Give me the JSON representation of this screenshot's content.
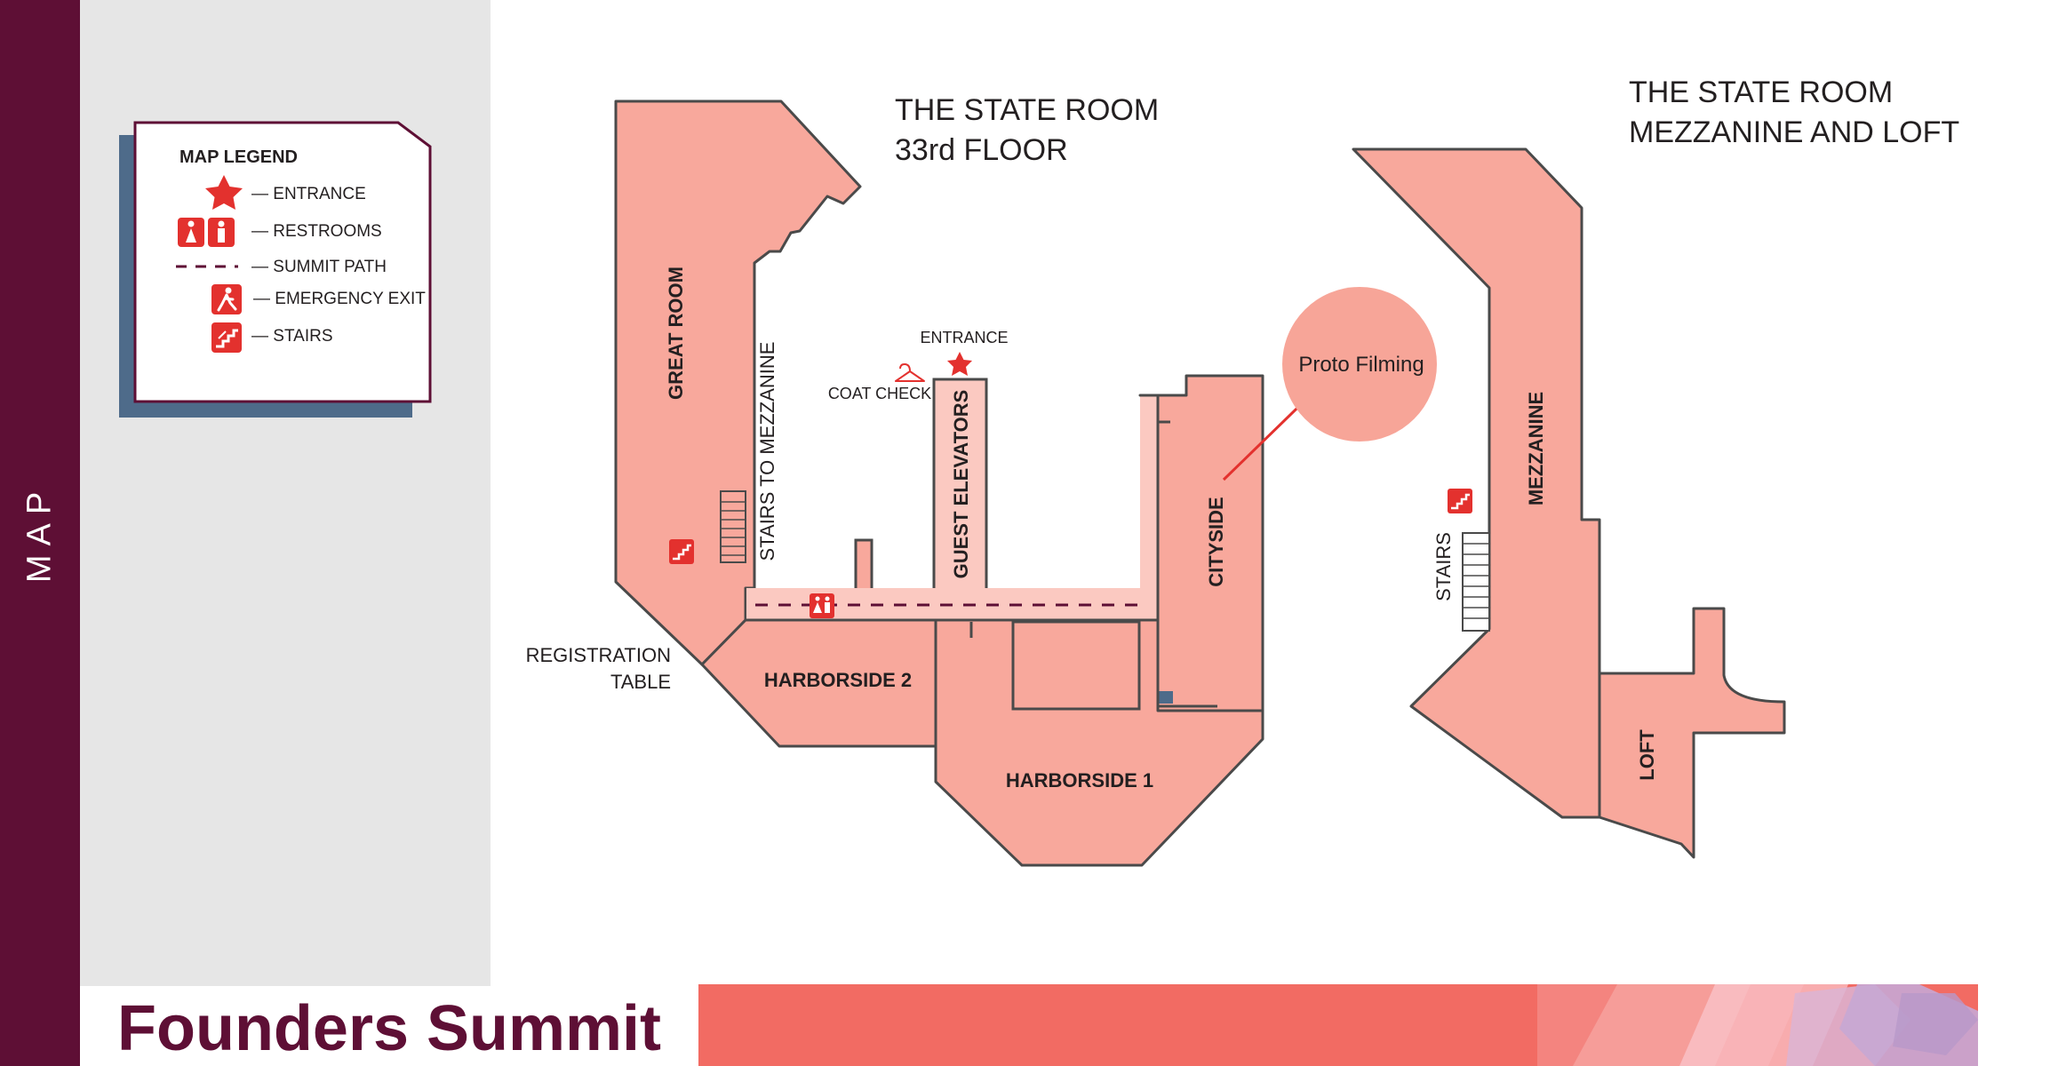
{
  "sidebar": {
    "label": "MAP"
  },
  "legend": {
    "title": "MAP LEGEND",
    "items": {
      "entrance": "— ENTRANCE",
      "restrooms": "— RESTROOMS",
      "summit_path": "— SUMMIT PATH",
      "emergency_exit": "— EMERGENCY EXIT",
      "stairs": "— STAIRS"
    }
  },
  "floor_33": {
    "title_line1": "THE STATE ROOM",
    "title_line2": "33rd FLOOR",
    "rooms": {
      "great_room": "GREAT ROOM",
      "stairs_to_mezzanine": "STAIRS TO MEZZANINE",
      "guest_elevators": "GUEST ELEVATORS",
      "cityside": "CITYSIDE",
      "harborside_2": "HARBORSIDE 2",
      "harborside_1": "HARBORSIDE 1"
    },
    "labels": {
      "entrance": "ENTRANCE",
      "coat_check": "COAT CHECK",
      "registration_line1": "REGISTRATION",
      "registration_line2": "TABLE"
    },
    "callout": "Proto Filming"
  },
  "mezzanine": {
    "title_line1": "THE STATE ROOM",
    "title_line2": "MEZZANINE AND LOFT",
    "rooms": {
      "mezzanine": "MEZZANINE",
      "loft": "LOFT",
      "stairs": "STAIRS"
    }
  },
  "footer": {
    "title": "Founders Summit"
  },
  "colors": {
    "brand": "#5e0f35",
    "room_fill": "#f8a89c",
    "path_fill": "#fbc9c1",
    "accent_red": "#e3312e",
    "legend_shadow": "#4e6b8a",
    "callout_fill": "#f7a598",
    "footer_band": "#f26b63"
  },
  "icons": [
    "star-icon",
    "restroom-icon",
    "emergency-exit-icon",
    "stairs-icon",
    "coat-hanger-icon"
  ]
}
